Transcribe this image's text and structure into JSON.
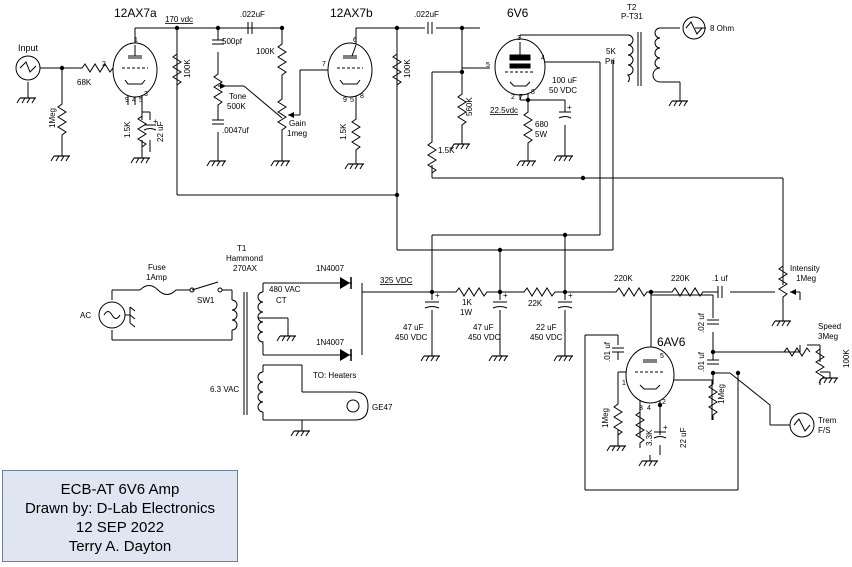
{
  "tubes": {
    "v1": "12AX7a",
    "v2": "12AX7b",
    "v3": "6V6",
    "v4": "6AV6"
  },
  "transformers": {
    "t2_name": "T2",
    "t2_model": "P-T31",
    "t2_primary": "5K",
    "t2_primary_sub": "Pri",
    "t1_name": "T1",
    "t1_make": "Hammond",
    "t1_model": "270AX",
    "t1_hv": "480 VAC",
    "t1_ct": "CT",
    "t1_heater": "6.3 VAC"
  },
  "labels": {
    "input": "Input",
    "r_grid": "1Meg",
    "r_input": "68K",
    "v1_voltage": "170 vdc",
    "c_coupling1": ".022uF",
    "r_plate1": "100K",
    "r_cathode1": "1.5K",
    "c_cathode1": "22 uF",
    "c_500pf": "500pf",
    "r_tone": "Tone",
    "r_tone_val": "500K",
    "c_tone": ".0047uf",
    "r_100k_mid": "100K",
    "r_gain": "Gain",
    "r_gain_val": "1meg",
    "r_plate2": "100K",
    "r_cathode2": "1.5K",
    "c_coupling2": ".022uF",
    "r_grid3": "560K",
    "v3_cathode_v": "22.5vdc",
    "c_bypass": "100 uF",
    "c_bypass_v": "50 VDC",
    "r_cathode3": "680",
    "r_cathode3_w": "5W",
    "r_fb": "1.5K",
    "speaker": "8 Ohm",
    "fuse": "Fuse",
    "fuse_val": "1Amp",
    "ac": "AC",
    "sw1": "SW1",
    "d1": "1N4007",
    "d2": "1N4007",
    "b_plus": "325 VDC",
    "heaters": "TO: Heaters",
    "lamp": "GE47",
    "c1": "47 uF",
    "c1_v": "450 VDC",
    "r_1k": "1K",
    "r_1k_w": "1W",
    "c2": "47 uF",
    "c2_v": "450 VDC",
    "r_22k": "22K",
    "c3": "22 uF",
    "c3_v": "450 VDC",
    "r_220k_a": "220K",
    "r_220k_b": "220K",
    "c_trem": ".1 uf",
    "intensity": "Intensity",
    "intensity_val": "1Meg",
    "speed": "Speed",
    "speed_val": "3Meg",
    "r_speed": "100K",
    "c_osc1": ".01 uf",
    "c_osc2": ".01 uf",
    "c_osc3": ".02 uf",
    "r_osc_grid": "1Meg",
    "r_osc_plate": "1Meg",
    "r_osc_cathode": "3.3K",
    "c_osc_cathode": "22 uF",
    "trem": "Trem",
    "trem_fs": "F/S",
    "pin_v1_1": "1",
    "pin_v1_2": "2",
    "pin_v1_9": "9",
    "pin_v1_4": "4",
    "pin_v1_5": "5",
    "pin_v1_3": "3",
    "pin_v2_6": "6",
    "pin_v2_7": "7",
    "pin_v2_9": "9",
    "pin_v2_5": "5",
    "pin_v2_8": "8",
    "pin_v3_3": "3",
    "pin_v3_5": "5",
    "pin_v3_4": "4",
    "pin_v3_2": "2",
    "pin_v3_7": "7",
    "pin_v3_8": "8",
    "pin_v4_5": "5",
    "pin_v4_1": "1",
    "pin_v4_3": "3",
    "pin_v4_4": "4",
    "pin_v4_2": "2",
    "plus": "+"
  },
  "title_block": {
    "line1": "ECB-AT 6V6 Amp",
    "line2": "Drawn by: D-Lab Electronics",
    "line3": "12 SEP 2022",
    "line4": "Terry A. Dayton"
  },
  "colors": {
    "line": "#000000",
    "title_bg": "#dfe6f2",
    "title_border": "#6a7ea8"
  }
}
